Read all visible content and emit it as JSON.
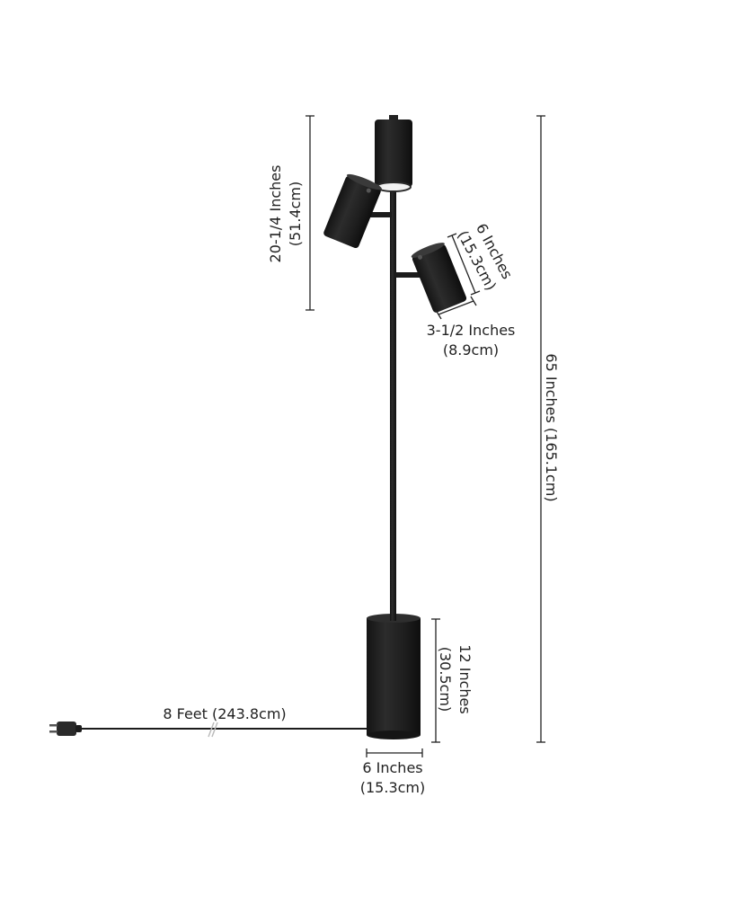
{
  "dimensions": {
    "overall_height": {
      "line1": "65 Inches (165.1cm)"
    },
    "head_span": {
      "line1": "20-1/4 Inches",
      "line2": "(51.4cm)"
    },
    "shade_length": {
      "line1": "6 Inches",
      "line2": "(15.3cm)"
    },
    "shade_diameter": {
      "line1": "3-1/2 Inches",
      "line2": "(8.9cm)"
    },
    "base_height": {
      "line1": "12 Inches",
      "line2": "(30.5cm)"
    },
    "base_width": {
      "line1": "6 Inches",
      "line2": "(15.3cm)"
    },
    "cord_length": {
      "line1": "8 Feet (243.8cm)"
    }
  },
  "colors": {
    "lamp": "#1c1c1c",
    "dimension_line": "#222222",
    "background": "#ffffff"
  }
}
